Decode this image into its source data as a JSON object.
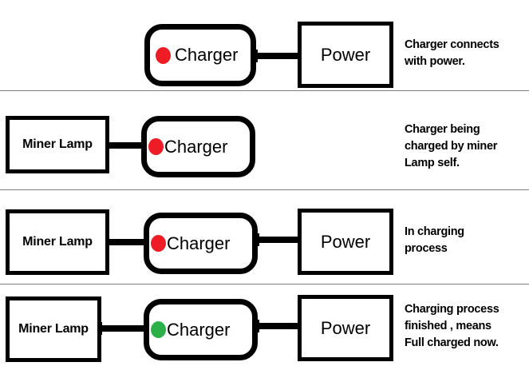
{
  "page": {
    "title": "Charger charging-state diagram",
    "background_color": "#ffffff",
    "separator_color": "#808080",
    "line_color": "#000000"
  },
  "colors": {
    "led_red": "#ee1c25",
    "led_green": "#2cb14a",
    "stroke": "#000000",
    "separator": "#808080",
    "background": "#ffffff"
  },
  "labels": {
    "miner_lamp": "Miner Lamp",
    "charger": "Charger",
    "power": "Power"
  },
  "rows": [
    {
      "id": "row-1",
      "led_color": "#ee1c25",
      "led_state": "red",
      "has_miner_lamp": false,
      "has_power": true,
      "caption_lines": [
        "Charger connects",
        "with power."
      ],
      "caption": "Charger connects with power."
    },
    {
      "id": "row-2",
      "led_color": "#ee1c25",
      "led_state": "red",
      "has_miner_lamp": true,
      "has_power": false,
      "caption_lines": [
        "Charger being",
        "charged by miner",
        "Lamp self."
      ],
      "caption": "Charger being charged by miner Lamp self."
    },
    {
      "id": "row-3",
      "led_color": "#ee1c25",
      "led_state": "red",
      "has_miner_lamp": true,
      "has_power": true,
      "caption_lines": [
        "In charging",
        "process"
      ],
      "caption": "In charging process"
    },
    {
      "id": "row-4",
      "led_color": "#2cb14a",
      "led_state": "green",
      "has_miner_lamp": true,
      "has_power": true,
      "caption_lines": [
        "Charging process",
        "finished , means",
        "Full charged now."
      ],
      "caption": "Charging process finished , means Full charged now."
    }
  ],
  "icons": {
    "led": "status-led-icon"
  }
}
